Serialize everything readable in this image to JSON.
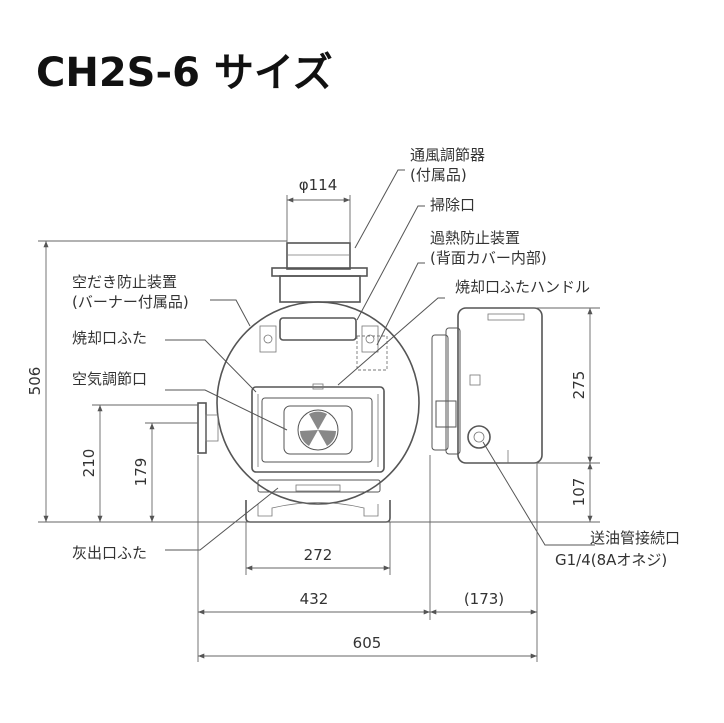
{
  "title": "CH2S-6 サイズ",
  "labels": {
    "vent_regulator": "通風調節器",
    "vent_regulator_note": "(付属品)",
    "cleanout": "掃除口",
    "overheat_device": "過熱防止装置",
    "overheat_device_note": "(背面カバー内部)",
    "dry_fire_device": "空だき防止装置",
    "dry_fire_device_note": "(バーナー付属品)",
    "burn_port_cover_handle": "焼却口ふたハンドル",
    "burn_port_cover": "焼却口ふた",
    "air_damper": "空気調節口",
    "ash_port_cover": "灰出口ふた",
    "oil_pipe_connection": "送油管接続口",
    "oil_pipe_thread": "G1/4(8Aオネジ)"
  },
  "dimensions": {
    "chimney_dia": "φ114",
    "total_height": "506",
    "air_port_height": "210",
    "burner_height": "179",
    "burner_upper": "275",
    "burner_lower": "107",
    "leg_width": "272",
    "body_width": "432",
    "burner_depth": "(173)",
    "total_width": "605"
  },
  "colors": {
    "line": "#555555",
    "text": "#333333",
    "title": "#111111"
  }
}
